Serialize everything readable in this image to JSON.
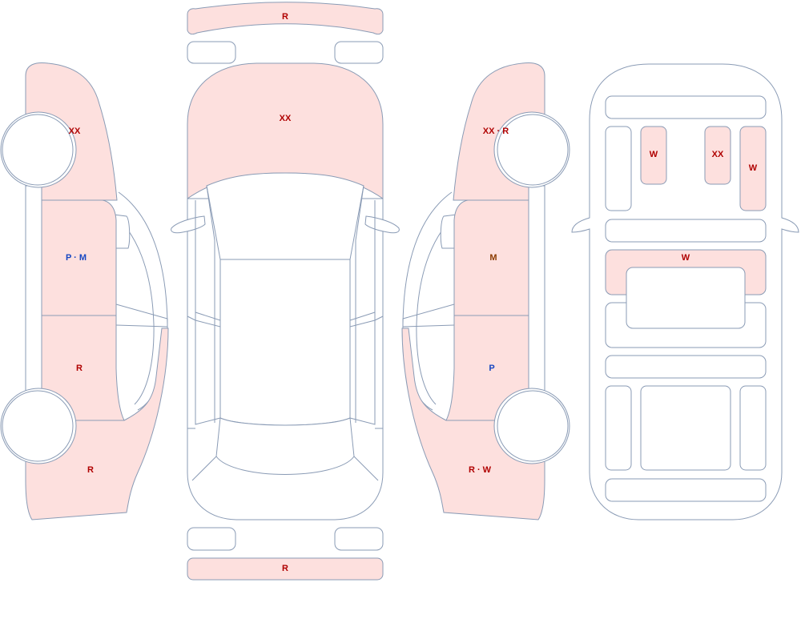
{
  "colors": {
    "damaged_fill": "#fde0de",
    "outline": "#8a9bb5",
    "code_red": "#b00000",
    "code_blue": "#1747c2",
    "code_brown": "#8b3a00"
  },
  "left_view": {
    "front_fender": "XX",
    "front_door": "P · M",
    "rear_door": "R",
    "rear_quarter": "R"
  },
  "top_view": {
    "front_bumper": "R",
    "hood": "XX",
    "rear_bumper": "R"
  },
  "right_view": {
    "front_fender": "XX · R",
    "front_door": "M",
    "rear_door": "P",
    "rear_quarter": "R · W"
  },
  "interior_view": {
    "seat_front_left": "W",
    "seat_front_middle": "XX",
    "seat_front_right": "W",
    "panel_middle": "W"
  }
}
